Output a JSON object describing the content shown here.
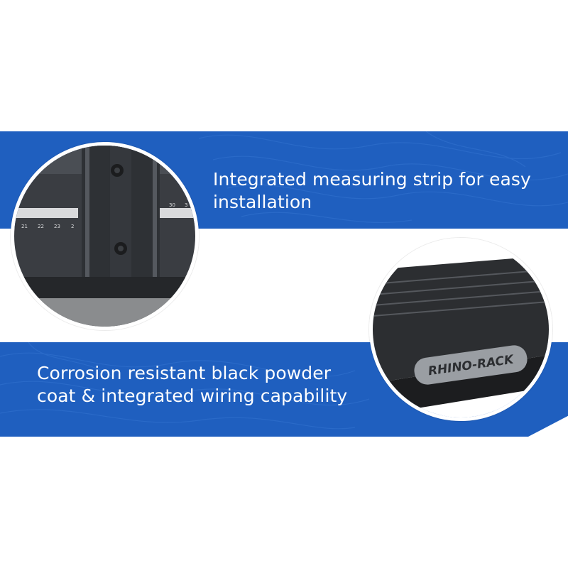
{
  "colors": {
    "banner_blue": "#1f5fbf",
    "text": "#ffffff",
    "rack_black": "#2a2c2f"
  },
  "features": [
    {
      "text_line1": "Integrated measuring strip for easy",
      "text_line2": "installation"
    },
    {
      "text_line1": "Corrosion resistant black powder",
      "text_line2": "coat & integrated wiring capability"
    }
  ],
  "measuring_strip": {
    "ticks": [
      "21",
      "22",
      "23",
      "2",
      "30",
      "3"
    ]
  },
  "logo": {
    "brand_text": "RHINO-RACK"
  }
}
